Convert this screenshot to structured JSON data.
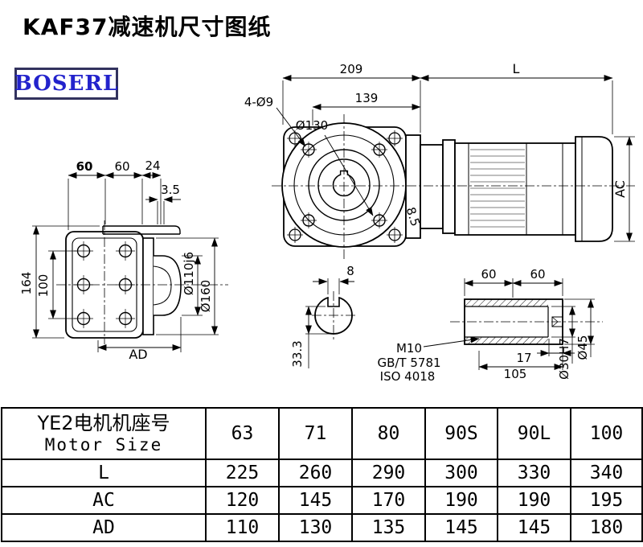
{
  "title": "KAF37减速机尺寸图纸",
  "brand": "BOSERL",
  "drawing": {
    "dims": {
      "d209": "209",
      "dL": "L",
      "d4o9": "4-Ø9",
      "d139": "139",
      "o130": "Ø130",
      "d85": "8.5",
      "dAC": "AC",
      "d60a": "60",
      "d60b": "60",
      "d24": "24",
      "d35": "3.5",
      "d164": "164",
      "d100": "100",
      "dAD": "AD",
      "o110": "Ø110j6",
      "o160": "Ø160",
      "d8": "8",
      "d333": "33.3",
      "m10": "M10",
      "gbt5781": "GB/T 5781",
      "iso4018": "ISO 4018",
      "d60c": "60",
      "d60d": "60",
      "d17": "17",
      "d105": "105",
      "o30h7": "Ø30H7",
      "o45": "Ø45"
    }
  },
  "table": {
    "header": {
      "label_cn": "YE2电机机座号",
      "label_en": "Motor Size",
      "sizes": [
        "63",
        "71",
        "80",
        "90S",
        "90L",
        "100"
      ]
    },
    "rows": [
      {
        "label": "L",
        "values": [
          "225",
          "260",
          "290",
          "300",
          "330",
          "340"
        ]
      },
      {
        "label": "AC",
        "values": [
          "120",
          "145",
          "170",
          "190",
          "190",
          "195"
        ]
      },
      {
        "label": "AD",
        "values": [
          "110",
          "130",
          "135",
          "145",
          "145",
          "180"
        ]
      }
    ]
  }
}
